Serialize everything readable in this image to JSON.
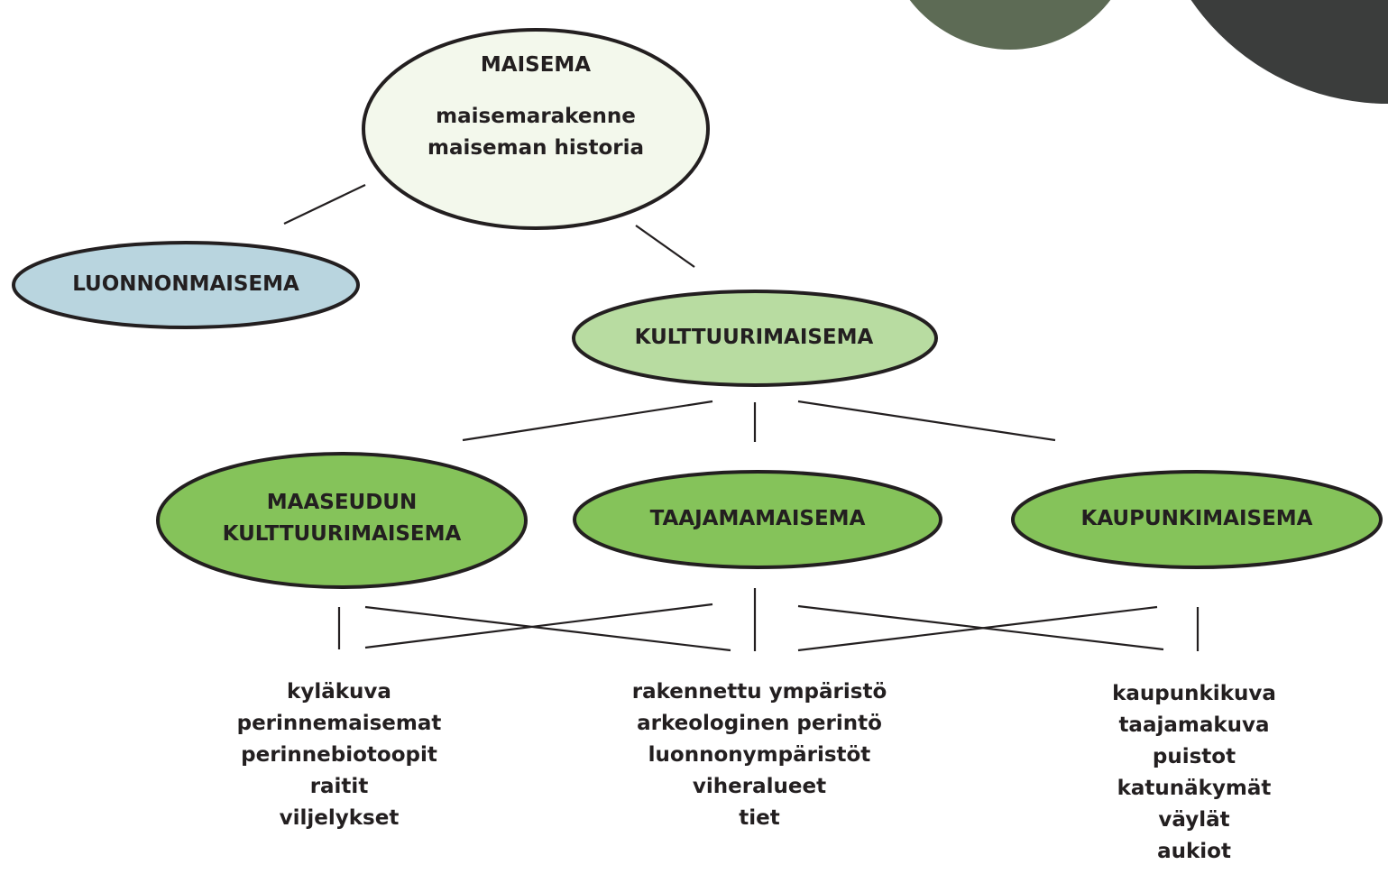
{
  "colors": {
    "maisema_fill": "#f3f8ec",
    "luonnonmaisema_fill": "#b9d5df",
    "kulttuurimaisema_fill": "#b8dca1",
    "subtype_fill": "#85c35a",
    "stroke": "#231f20",
    "photo_left": "#5d6b55",
    "photo_right": "#3b3d3c"
  },
  "nodes": {
    "maisema": {
      "title": "MAISEMA",
      "lines": [
        "maisemarakenne",
        "maiseman historia"
      ]
    },
    "luonnonmaisema": {
      "label": "LUONNONMAISEMA"
    },
    "kulttuurimaisema": {
      "label": "KULTTUURIMAISEMA"
    },
    "maaseudun": {
      "line1": "MAASEUDUN",
      "line2": "KULTTUURIMAISEMA"
    },
    "taajamamaisema": {
      "label": "TAAJAMAMAISEMA"
    },
    "kaupunkimaisema": {
      "label": "KAUPUNKIMAISEMA"
    }
  },
  "lists": {
    "left": [
      "kyläkuva",
      "perinnemaisemat",
      "perinnebiotoopit",
      "raitit",
      "viljelykset"
    ],
    "middle": [
      "rakennettu ympäristö",
      "arkeologinen perintö",
      "luonnonympäristöt",
      "viheralueet",
      "tiet"
    ],
    "right": [
      "kaupunkikuva",
      "taajamakuva",
      "puistot",
      "katunäkymät",
      "väylät",
      "aukiot"
    ]
  }
}
